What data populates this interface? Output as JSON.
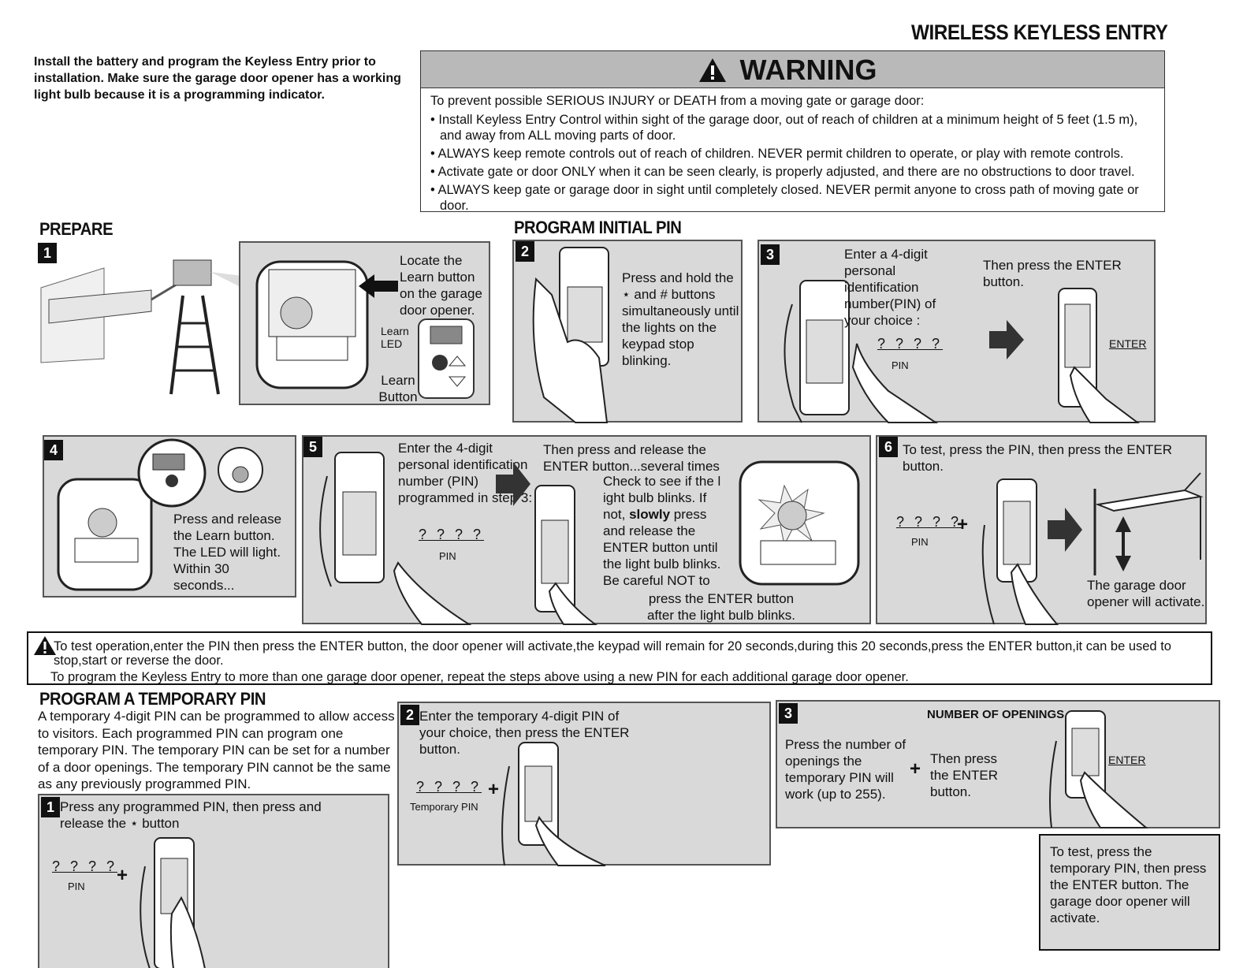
{
  "page_title": "WIRELESS KEYLESS ENTRY",
  "intro": "Install the battery and program the Keyless Entry prior to installation. Make sure the garage door opener has a working light bulb because it is a programming indicator.",
  "warning": {
    "title": "WARNING",
    "lead": "To prevent possible SERIOUS INJURY or DEATH from a moving gate or garage door:",
    "items": [
      "Install Keyless Entry Control within sight of the garage door, out of reach of children at a minimum height of 5 feet (1.5 m), and away from ALL moving parts of door.",
      "ALWAYS keep remote controls out of reach of children. NEVER permit children to operate, or play with remote controls.",
      "Activate gate or door ONLY when it can be seen clearly, is properly adjusted, and there are no obstructions to door travel.",
      "ALWAYS keep gate or garage door in sight until completely closed. NEVER permit anyone to cross path of moving gate or door."
    ]
  },
  "prepare": {
    "heading": "PREPARE",
    "step1": {
      "num": "1",
      "text": "Locate the Learn button on the garage door opener.",
      "learn_led": "Learn LED",
      "learn_button": "Learn Button"
    }
  },
  "program_initial": {
    "heading": "PROGRAM INITIAL PIN",
    "step2": {
      "num": "2",
      "text": "Press and hold the ⋆ and # buttons simultaneously until the lights on the keypad stop blinking."
    },
    "step3": {
      "num": "3",
      "text": "Enter a 4-digit personal identification number(PIN) of your choice :",
      "then": "Then press the ENTER button.",
      "pin": "? ? ? ?",
      "pin_label": "PIN",
      "enter": "ENTER"
    },
    "step4": {
      "num": "4",
      "text": "Press and release the Learn button. The LED will light. Within 30 seconds..."
    },
    "step5": {
      "num": "5",
      "text": "Enter the 4-digit personal identification number (PIN) programmed in step 3:",
      "pin": "? ? ? ?",
      "pin_label": "PIN",
      "then": "Then press and release the ENTER button...several times",
      "check_a": "Check to see if the l ight bulb blinks. If not,",
      "check_b": "slowly",
      "check_c": "press and release the ENTER button until the light bulb blinks. Be careful NOT to",
      "check_d": "press the ENTER button after the light bulb blinks."
    },
    "step6": {
      "num": "6",
      "text": "To test, press the PIN, then press the ENTER button.",
      "pin": "? ? ? ?",
      "pin_label": "PIN",
      "result": "The garage door opener will activate."
    }
  },
  "note": {
    "line1": "To test operation,enter the PIN then press the ENTER button, the door opener will activate,the keypad will remain for 20 seconds,during this 20 seconds,press the ENTER button,it can be used to stop,start or reverse the door.",
    "line2": "To program the Keyless Entry to more than one garage door opener, repeat the steps above using a new PIN for each additional garage door opener."
  },
  "temporary": {
    "heading": "PROGRAM A TEMPORARY PIN",
    "intro": "A temporary 4-digit PIN can be programmed to allow access to visitors. Each programmed PIN can program one temporary PIN. The temporary PIN can be set for a number of a door openings. The temporary PIN cannot be the same as any previously programmed PIN.",
    "step1": {
      "num": "1",
      "text": "Press any programmed PIN, then press and release the ⋆ button",
      "pin": "? ? ? ?",
      "pin_label": "PIN"
    },
    "step2": {
      "num": "2",
      "text": "Enter the temporary 4-digit PIN of your choice, then press the ENTER button.",
      "pin": "? ? ? ?",
      "pin_label": "Temporary PIN"
    },
    "step3": {
      "num": "3",
      "title": "NUMBER OF OPENINGS",
      "text": "Press the number of openings the temporary PIN will work (up to 255).",
      "then": "Then press the ENTER button.",
      "enter": "ENTER"
    },
    "test": "To test, press the temporary PIN, then press the ENTER button. The garage door opener will activate."
  }
}
